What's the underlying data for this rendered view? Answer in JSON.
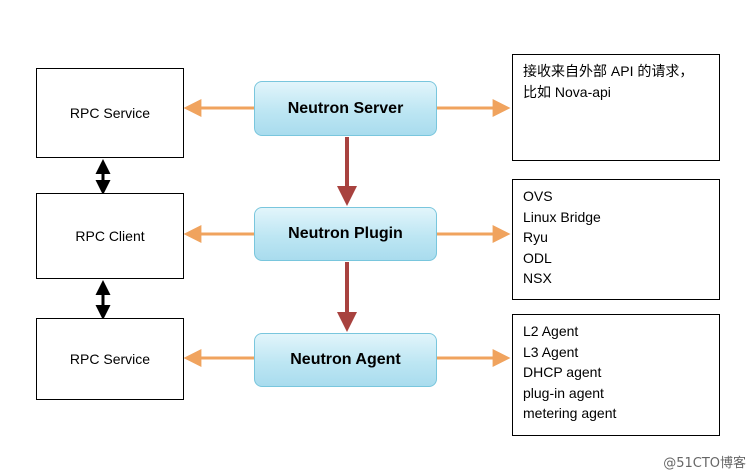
{
  "left": {
    "top_label": "RPC Service",
    "middle_label": "RPC Client",
    "bottom_label": "RPC Service"
  },
  "center": {
    "server": "Neutron Server",
    "plugin": "Neutron Plugin",
    "agent": "Neutron Agent"
  },
  "right": {
    "server_lines": [
      "接收来自外部 API 的请求，",
      "比如 Nova-api"
    ],
    "plugin_lines": [
      "OVS",
      "Linux Bridge",
      "Ryu",
      "ODL",
      "NSX"
    ],
    "agent_lines": [
      "L2 Agent",
      "L3 Agent",
      "DHCP agent",
      "plug-in agent",
      "metering agent"
    ]
  },
  "colors": {
    "orange_arrow": "#f0a35e",
    "red_arrow": "#a8423f",
    "black_arrow": "#000000",
    "box_fill": "#bde6f3",
    "box_border": "#79c6dd"
  },
  "watermark": "@51CTO博客"
}
